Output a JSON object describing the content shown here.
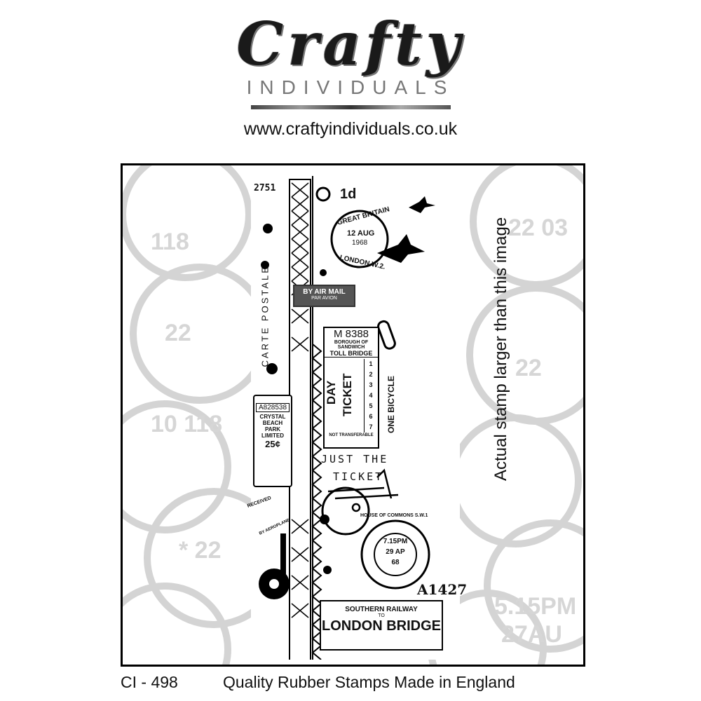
{
  "brand": {
    "name": "Crafty",
    "subtitle": "INDIVIDUALS",
    "url": "www.craftyindividuals.co.uk"
  },
  "notice": "Actual stamp larger than this image",
  "footer": {
    "code": "CI - 498",
    "tagline": "Quality Rubber Stamps Made in England"
  },
  "stamp": {
    "number_top": "2751",
    "penny": "1d",
    "carte": "CARTE POSTALE",
    "postmark_gb": {
      "top": "GREAT BRITAIN",
      "date": "12 AUG",
      "year": "1968",
      "bottom": "LONDON.W.2."
    },
    "airmail": {
      "line1": "BY AIR MAIL",
      "line2": "PAR AVION"
    },
    "toll": {
      "number": "M 8388",
      "line1": "BOROUGH OF",
      "line2": "SANDWICH",
      "line3": "TOLL BRIDGE",
      "day": "DAY",
      "ticket": "TICKET",
      "rows": [
        "1",
        "2",
        "3",
        "4",
        "5",
        "6",
        "7"
      ],
      "footer": "NOT TRANSFERABLE"
    },
    "bicycle": "ONE BICYCLE",
    "crystal": {
      "number": "A828538",
      "line1": "CRYSTAL",
      "line2": "BEACH",
      "line3": "PARK",
      "line4": "LIMITED",
      "price": "25¢"
    },
    "just": "JUST THE",
    "ticket_word": "TICKET",
    "received": {
      "top": "RECEIVED",
      "bottom": "BY AEROPLANE"
    },
    "commons": {
      "top": "HOUSE OF COMMONS S.W.1",
      "time": "7.15PM",
      "date": "29 AP",
      "year": "68"
    },
    "a_number": "A1427",
    "railway": {
      "company": "SOUTHERN RAILWAY",
      "to": "TO",
      "dest": "LONDON BRIDGE"
    }
  }
}
